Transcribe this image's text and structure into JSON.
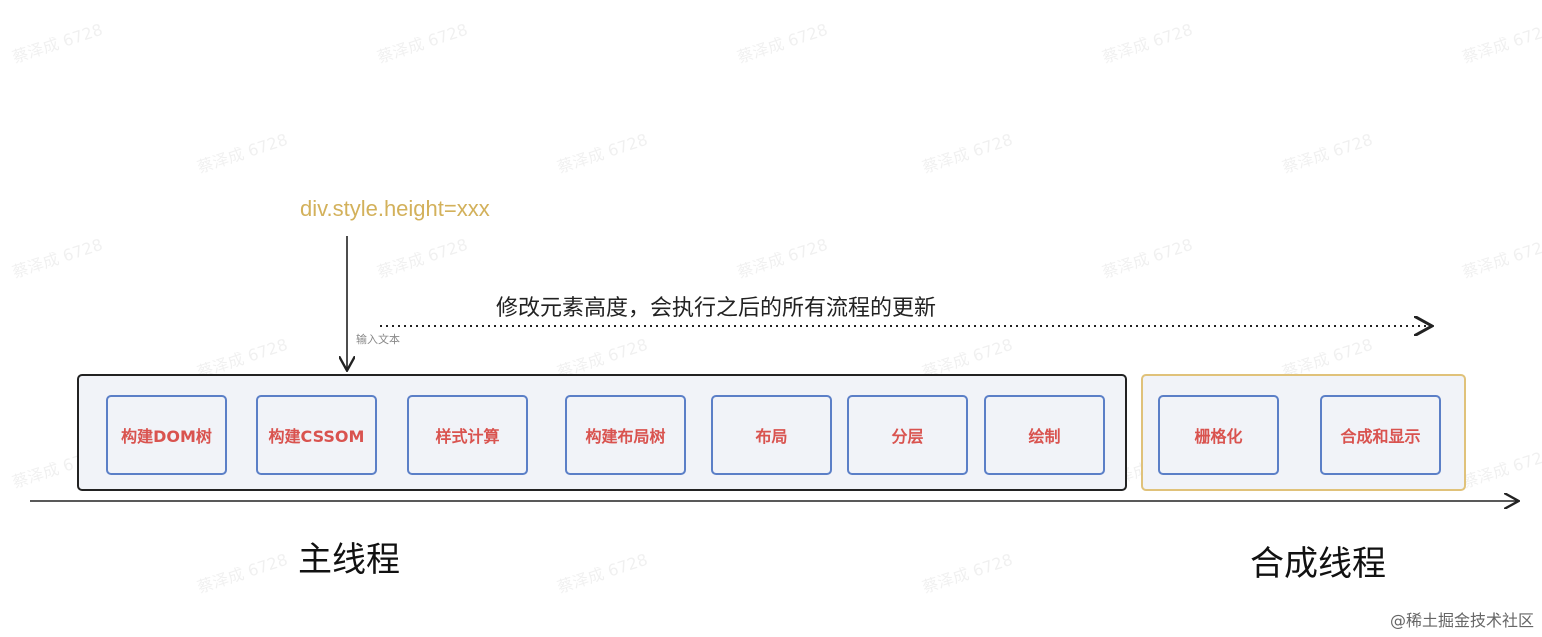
{
  "watermark": "蔡泽成 6728",
  "code_label": "div.style.height=xxx",
  "description": "修改元素高度，会执行之后的所有流程的更新",
  "input_note": "输入文本",
  "main_thread": {
    "label": "主线程",
    "steps": [
      "构建DOM树",
      "构建CSSOM",
      "样式计算",
      "构建布局树",
      "布局",
      "分层",
      "绘制"
    ]
  },
  "compositor_thread": {
    "label": "合成线程",
    "steps": [
      "栅格化",
      "合成和显示"
    ]
  },
  "footer": "@稀土掘金技术社区",
  "colors": {
    "code": "#d3b15b",
    "step_text": "#d9534f",
    "step_border": "#5b7fc7",
    "main_border": "#222222",
    "compositor_border": "#e0c27a",
    "box_fill": "#f1f3f8"
  }
}
